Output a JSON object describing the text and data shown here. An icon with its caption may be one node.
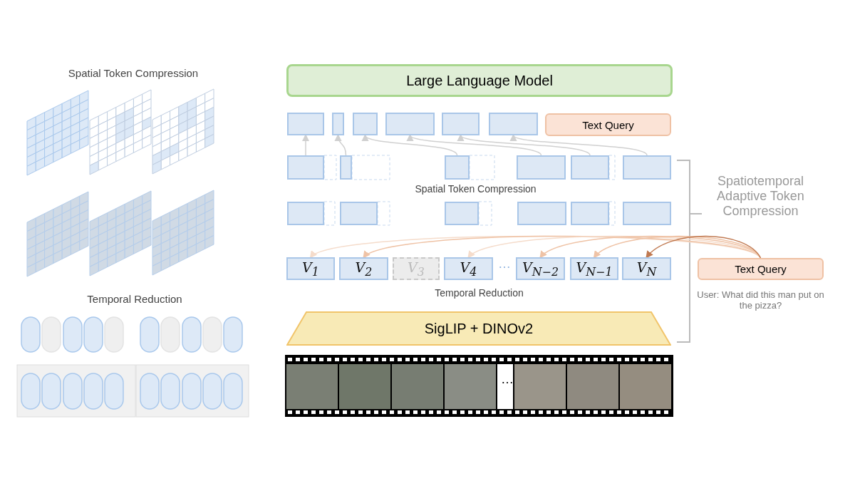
{
  "diagram": {
    "nodes": [
      {
        "text": [
          "Large Language Model"
        ]
      },
      {
        "text": [
          "Text Query"
        ]
      },
      {
        "text": [],
        "shape": "box"
      },
      {
        "text": [],
        "shape": "box"
      },
      {
        "text": [],
        "shape": "box"
      },
      {
        "text": [],
        "shape": "box"
      },
      {
        "text": [],
        "shape": "box"
      },
      {
        "text": [],
        "shape": "box"
      },
      {
        "text": [],
        "shape": "box"
      },
      {
        "text": [],
        "shape": "box"
      },
      {
        "text": [],
        "shape": "box"
      },
      {
        "text": [],
        "shape": "box"
      },
      {
        "text": [],
        "shape": "box"
      },
      {
        "text": [],
        "shape": "box"
      },
      {
        "text": [],
        "shape": "box"
      },
      {
        "text": [],
        "shape": "box"
      },
      {
        "text": [],
        "shape": "box"
      },
      {
        "text": [],
        "shape": "box"
      },
      {
        "text": [],
        "shape": "box"
      },
      {
        "text": [],
        "shape": "box"
      },
      {
        "text": [
          "V$_{1}$"
        ]
      },
      {
        "text": [
          "V$_{2}$"
        ]
      },
      {
        "text": [
          "V$_{3}$"
        ]
      },
      {
        "text": [
          "V$_{4}$"
        ]
      },
      {
        "text": [
          "V$_{N−2}$"
        ]
      },
      {
        "text": [
          "V$_{N−1}$"
        ]
      },
      {
        "text": [
          "V$_{N}$"
        ]
      },
      {
        "text": [
          "Text Query"
        ]
      },
      {
        "text": [
          "SigLIP + DINOv2"
        ]
      }
    ],
    "edges": [
      {
        "from": 8,
        "to": 2,
        "arrow": "to"
      },
      {
        "from": 9,
        "to": 3,
        "arrow": "to"
      },
      {
        "from": 10,
        "to": 4,
        "arrow": "to"
      },
      {
        "from": 11,
        "to": 5,
        "arrow": "to"
      },
      {
        "from": 12,
        "to": 6,
        "arrow": "to"
      },
      {
        "from": 13,
        "to": 7,
        "arrow": "to"
      },
      {
        "from": 27,
        "to": 20,
        "arrow": "to",
        "color": "#f5dccb"
      },
      {
        "from": 27,
        "to": 21,
        "arrow": "to",
        "color": "#efc3a6"
      },
      {
        "from": 27,
        "to": 23,
        "arrow": "to",
        "color": "#f5dccb"
      },
      {
        "from": 27,
        "to": 24,
        "arrow": "to",
        "color": "#efc3a6"
      },
      {
        "from": 27,
        "to": 25,
        "arrow": "to",
        "color": "#efc3a6"
      },
      {
        "from": 27,
        "to": 26,
        "arrow": "to",
        "color": "#c07a52"
      }
    ],
    "labels": [
      "Spatial Token Compression",
      "Temporal Reduction",
      "Spatial Token Compression",
      "…",
      "Temporal Reduction",
      "…",
      "Spatiotemporal Adaptive Token Compression",
      "User: What did this man put on the pizza?"
    ]
  }
}
